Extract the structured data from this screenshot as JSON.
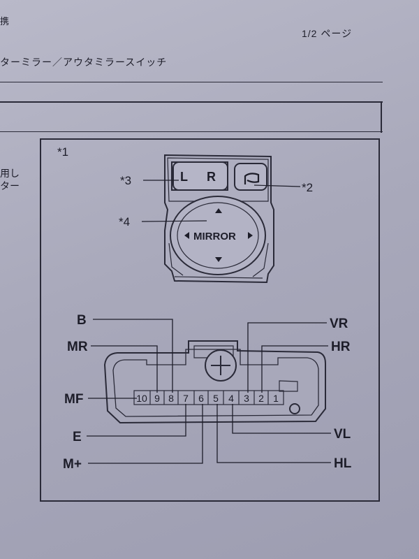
{
  "header": {
    "left_fragment": "携",
    "page_indicator": "1/2 ページ"
  },
  "title": "ターミラー／アウタミラースイッチ",
  "side_notes": [
    "用し",
    "ター"
  ],
  "diagram": {
    "frame_label": "*1",
    "callouts": {
      "left_right_switch": "*3",
      "retract_button": "*2",
      "mirror_pad": "*4"
    },
    "switch_labels": {
      "left": "L",
      "right": "R",
      "mirror": "MIRROR"
    },
    "connector_pins": [
      "10",
      "9",
      "8",
      "7",
      "6",
      "5",
      "4",
      "3",
      "2",
      "1"
    ],
    "terminal_labels_left": [
      "B",
      "MR",
      "MF",
      "E",
      "M+"
    ],
    "terminal_labels_right": [
      "VR",
      "HR",
      "VL",
      "HL"
    ]
  }
}
